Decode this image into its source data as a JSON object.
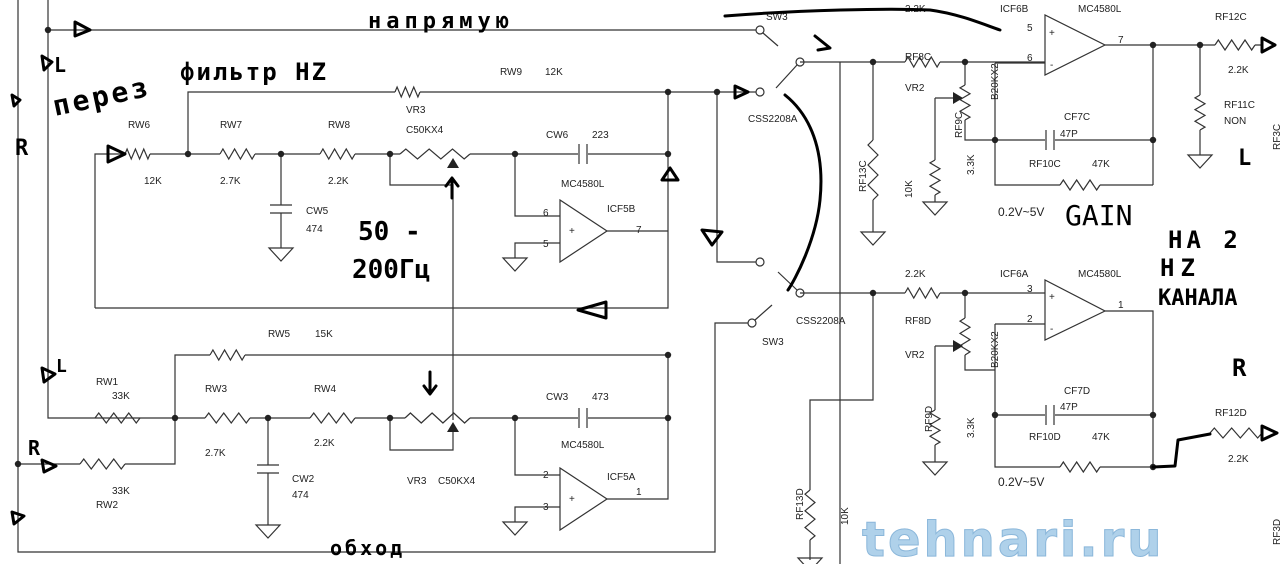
{
  "handwritten": {
    "direct": "напрямую",
    "through_filter": "перез",
    "filter_hz": "фильтр HZ",
    "freq_range_a": "50 -",
    "freq_range_b": "200Гц",
    "bypass": "обход",
    "gain": "GAIN",
    "to2": "НА 2",
    "hz": "HZ",
    "channel": "КАНАЛА",
    "left_top": "L",
    "right_top": "R",
    "left_mid": "L",
    "right_mid": "R",
    "out_left": "L",
    "out_right": "R"
  },
  "upper_filter": {
    "rw6": "RW6",
    "rw6_val": "12K",
    "rw7": "RW7",
    "rw7_val": "2.7K",
    "rw8": "RW8",
    "rw8_val": "2.2K",
    "rw9": "RW9",
    "rw9_val": "12K",
    "vr3": "VR3",
    "vr3_val": "C50KX4",
    "cw5": "CW5",
    "cw5_val": "474",
    "cw6": "CW6",
    "cw6_val": "223",
    "ic_type": "MC4580L",
    "ic": "ICF5B",
    "pin_in_neg": "6",
    "pin_in_pos": "5",
    "pin_out": "7"
  },
  "lower_filter": {
    "rw1": "RW1",
    "rw1_val": "33K",
    "rw2": "RW2",
    "rw2_val": "33K",
    "rw3": "RW3",
    "rw3_val": "2.7K",
    "rw4": "RW4",
    "rw4_val": "2.2K",
    "rw5": "RW5",
    "rw5_val": "15K",
    "vr3": "VR3",
    "vr3_val": "C50KX4",
    "cw2": "CW2",
    "cw2_val": "474",
    "cw3": "CW3",
    "cw3_val": "473",
    "ic_type": "MC4580L",
    "ic": "ICF5A",
    "pin_in_neg": "2",
    "pin_in_pos": "3",
    "pin_out": "1"
  },
  "switches": {
    "sw3_top": "SW3",
    "css_top": "CSS2208A",
    "css_bottom": "CSS2208A",
    "sw3_bottom": "SW3"
  },
  "upper_amp": {
    "r_in_val": "2.2K",
    "rf8": "RF8C",
    "ic": "ICF6B",
    "ic_type": "MC4580L",
    "vr2": "VR2",
    "vr2_val": "B20KX2",
    "rf9": "RF9C",
    "rf9_val": "3.3K",
    "rf13": "RF13C",
    "r10k": "10K",
    "cf7": "CF7C",
    "cf7_val": "47P",
    "rf10": "RF10C",
    "rf10_val": "47K",
    "rf12": "RF12C",
    "rf12_val": "2.2K",
    "rf11": "RF11C",
    "rf11_val": "NON",
    "gain_range": "0.2V~5V",
    "pin_pos": "5",
    "pin_neg": "6",
    "pin_out": "7",
    "edge": "RF3C"
  },
  "lower_amp": {
    "r_in_val": "2.2K",
    "rf8": "RF8D",
    "ic": "ICF6A",
    "ic_type": "MC4580L",
    "vr2": "VR2",
    "vr2_val": "B20KX2",
    "rf9": "RF9D",
    "rf9_val": "3.3K",
    "rf13": "RF13D",
    "r10k": "10K",
    "cf7": "CF7D",
    "cf7_val": "47P",
    "rf10": "RF10D",
    "rf10_val": "47K",
    "rf12": "RF12D",
    "rf12_val": "2.2K",
    "gain_range": "0.2V~5V",
    "pin_pos": "3",
    "pin_neg": "2",
    "pin_out": "1",
    "edge": "RF3D"
  },
  "watermark": "tehnari.ru"
}
